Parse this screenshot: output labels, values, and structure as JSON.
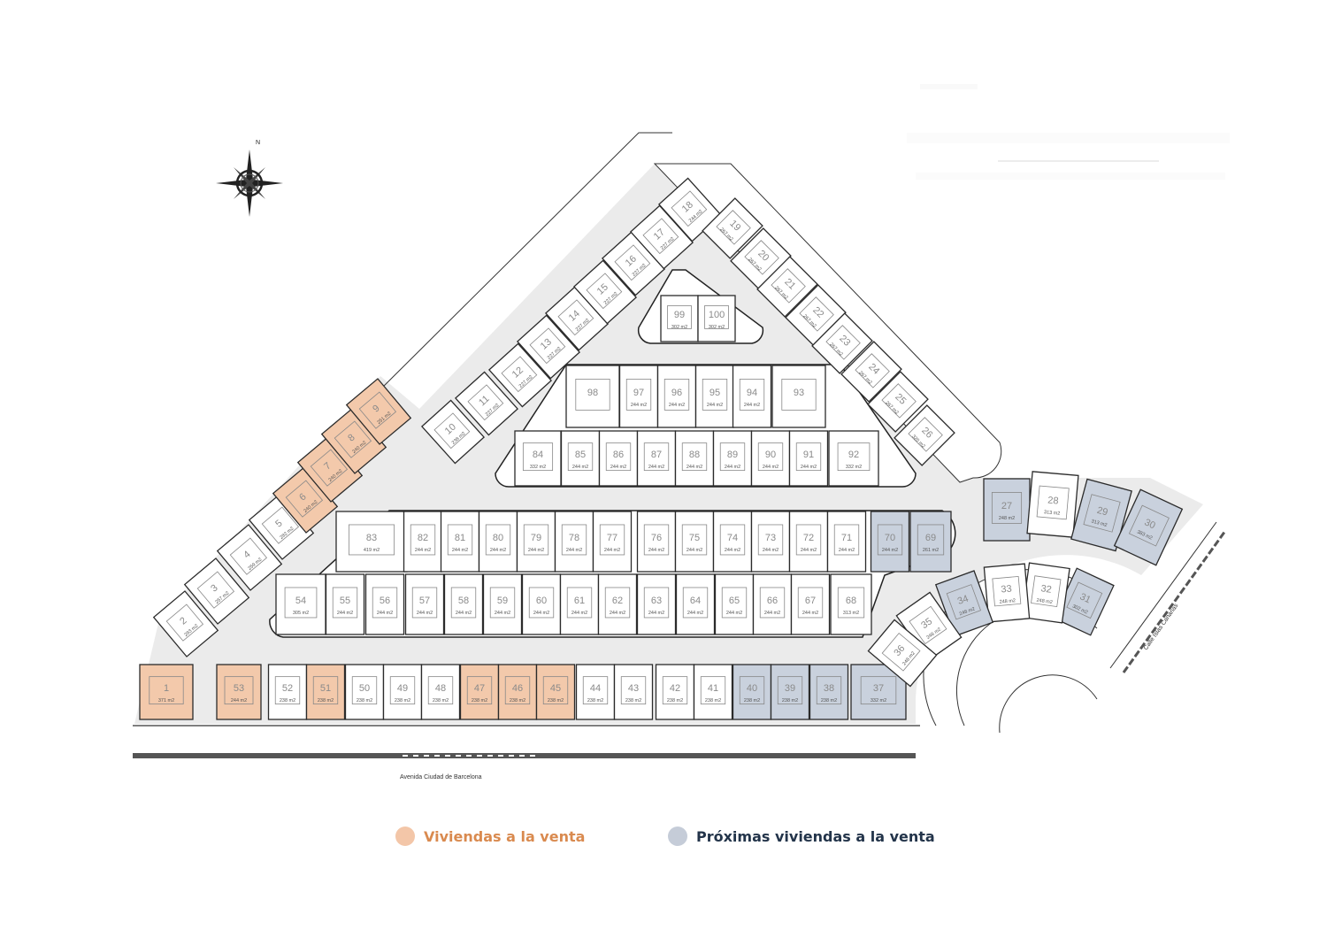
{
  "colors": {
    "for_sale_fill": "#f3c9ab",
    "upcoming_fill": "#c9d1dd",
    "available_fill": "#ffffff",
    "road_fill": "#ebebeb",
    "line": "#2b2b2b",
    "for_sale_text": "#d98a4f",
    "upcoming_text": "#23344a"
  },
  "compass": {
    "label": "N"
  },
  "streets": {
    "south": "Avenida Ciudad de Barcelona",
    "east": "Calle Islas Canarias"
  },
  "legend": {
    "for_sale": "Viviendas a la venta",
    "upcoming": "Próximas viviendas a la venta"
  },
  "lots": {
    "south_row": [
      {
        "n": "1",
        "area": "371 m2",
        "status": "sale"
      },
      {
        "n": "53",
        "area": "244 m2",
        "status": "sale"
      },
      {
        "n": "52",
        "area": "238 m2",
        "status": "available"
      },
      {
        "n": "51",
        "area": "238 m2",
        "status": "sale"
      },
      {
        "n": "50",
        "area": "238 m2",
        "status": "available"
      },
      {
        "n": "49",
        "area": "238 m2",
        "status": "available"
      },
      {
        "n": "48",
        "area": "238 m2",
        "status": "available"
      },
      {
        "n": "47",
        "area": "238 m2",
        "status": "sale"
      },
      {
        "n": "46",
        "area": "238 m2",
        "status": "sale"
      },
      {
        "n": "45",
        "area": "238 m2",
        "status": "sale"
      },
      {
        "n": "44",
        "area": "238 m2",
        "status": "available"
      },
      {
        "n": "43",
        "area": "238 m2",
        "status": "available"
      },
      {
        "n": "42",
        "area": "238 m2",
        "status": "available"
      },
      {
        "n": "41",
        "area": "238 m2",
        "status": "available"
      },
      {
        "n": "40",
        "area": "238 m2",
        "status": "upcoming"
      },
      {
        "n": "39",
        "area": "238 m2",
        "status": "upcoming"
      },
      {
        "n": "38",
        "area": "238 m2",
        "status": "upcoming"
      },
      {
        "n": "37",
        "area": "332 m2",
        "status": "upcoming"
      }
    ],
    "west_diagonal": [
      {
        "n": "2",
        "area": "283 m2",
        "status": "available"
      },
      {
        "n": "3",
        "area": "257 m2",
        "status": "available"
      },
      {
        "n": "4",
        "area": "259 m2",
        "status": "available"
      },
      {
        "n": "5",
        "area": "282 m2",
        "status": "available"
      },
      {
        "n": "6",
        "area": "240 m2",
        "status": "sale"
      },
      {
        "n": "7",
        "area": "240 m2",
        "status": "sale"
      },
      {
        "n": "8",
        "area": "240 m2",
        "status": "sale"
      },
      {
        "n": "9",
        "area": "251 m2",
        "status": "sale"
      }
    ],
    "northwest_diagonal": [
      {
        "n": "10",
        "area": "238 m2",
        "status": "available"
      },
      {
        "n": "11",
        "area": "227 m2",
        "status": "available"
      },
      {
        "n": "12",
        "area": "227 m2",
        "status": "available"
      },
      {
        "n": "13",
        "area": "227 m2",
        "status": "available"
      },
      {
        "n": "14",
        "area": "227 m2",
        "status": "available"
      },
      {
        "n": "15",
        "area": "227 m2",
        "status": "available"
      },
      {
        "n": "16",
        "area": "227 m2",
        "status": "available"
      },
      {
        "n": "17",
        "area": "227 m2",
        "status": "available"
      },
      {
        "n": "18",
        "area": "244 m2",
        "status": "available"
      }
    ],
    "northeast_diagonal": [
      {
        "n": "19",
        "area": "267 m2",
        "status": "available"
      },
      {
        "n": "20",
        "area": "267 m2",
        "status": "available"
      },
      {
        "n": "21",
        "area": "267 m2",
        "status": "available"
      },
      {
        "n": "22",
        "area": "267 m2",
        "status": "available"
      },
      {
        "n": "23",
        "area": "267 m2",
        "status": "available"
      },
      {
        "n": "24",
        "area": "267 m2",
        "status": "available"
      },
      {
        "n": "25",
        "area": "267 m2",
        "status": "available"
      },
      {
        "n": "26",
        "area": "320 m2",
        "status": "available"
      }
    ],
    "east_outer_arc": [
      {
        "n": "27",
        "area": "248 m2",
        "status": "upcoming"
      },
      {
        "n": "28",
        "area": "313 m2",
        "status": "available"
      },
      {
        "n": "29",
        "area": "313 m2",
        "status": "upcoming"
      },
      {
        "n": "30",
        "area": "383 m2",
        "status": "upcoming"
      }
    ],
    "east_inner_arc": [
      {
        "n": "31",
        "area": "302 m2",
        "status": "upcoming"
      },
      {
        "n": "32",
        "area": "248 m2",
        "status": "available"
      },
      {
        "n": "33",
        "area": "248 m2",
        "status": "available"
      },
      {
        "n": "34",
        "area": "248 m2",
        "status": "upcoming"
      },
      {
        "n": "35",
        "area": "248 m2",
        "status": "available"
      },
      {
        "n": "36",
        "area": "248 m2",
        "status": "available"
      }
    ],
    "block_a_top": [
      {
        "n": "83",
        "area": "419 m2",
        "status": "available"
      },
      {
        "n": "82",
        "area": "244 m2",
        "status": "available"
      },
      {
        "n": "81",
        "area": "244 m2",
        "status": "available"
      },
      {
        "n": "80",
        "area": "244 m2",
        "status": "available"
      },
      {
        "n": "79",
        "area": "244 m2",
        "status": "available"
      },
      {
        "n": "78",
        "area": "244 m2",
        "status": "available"
      },
      {
        "n": "77",
        "area": "244 m2",
        "status": "available"
      },
      {
        "n": "76",
        "area": "244 m2",
        "status": "available"
      },
      {
        "n": "75",
        "area": "244 m2",
        "status": "available"
      },
      {
        "n": "74",
        "area": "244 m2",
        "status": "available"
      },
      {
        "n": "73",
        "area": "244 m2",
        "status": "available"
      },
      {
        "n": "72",
        "area": "244 m2",
        "status": "available"
      },
      {
        "n": "71",
        "area": "244 m2",
        "status": "available"
      },
      {
        "n": "70",
        "area": "244 m2",
        "status": "upcoming"
      },
      {
        "n": "69",
        "area": "261 m2",
        "status": "upcoming"
      }
    ],
    "block_a_bottom": [
      {
        "n": "54",
        "area": "305 m2",
        "status": "available"
      },
      {
        "n": "55",
        "area": "244 m2",
        "status": "available"
      },
      {
        "n": "56",
        "area": "244 m2",
        "status": "available"
      },
      {
        "n": "57",
        "area": "244 m2",
        "status": "available"
      },
      {
        "n": "58",
        "area": "244 m2",
        "status": "available"
      },
      {
        "n": "59",
        "area": "244 m2",
        "status": "available"
      },
      {
        "n": "60",
        "area": "244 m2",
        "status": "available"
      },
      {
        "n": "61",
        "area": "244 m2",
        "status": "available"
      },
      {
        "n": "62",
        "area": "244 m2",
        "status": "available"
      },
      {
        "n": "63",
        "area": "244 m2",
        "status": "available"
      },
      {
        "n": "64",
        "area": "244 m2",
        "status": "available"
      },
      {
        "n": "65",
        "area": "244 m2",
        "status": "available"
      },
      {
        "n": "66",
        "area": "244 m2",
        "status": "available"
      },
      {
        "n": "67",
        "area": "244 m2",
        "status": "available"
      },
      {
        "n": "68",
        "area": "313 m2",
        "status": "available"
      }
    ],
    "block_b_top": [
      {
        "n": "98",
        "area": "",
        "status": "available"
      },
      {
        "n": "97",
        "area": "244 m2",
        "status": "available"
      },
      {
        "n": "96",
        "area": "244 m2",
        "status": "available"
      },
      {
        "n": "95",
        "area": "244 m2",
        "status": "available"
      },
      {
        "n": "94",
        "area": "244 m2",
        "status": "available"
      },
      {
        "n": "93",
        "area": "",
        "status": "available"
      }
    ],
    "block_b_bottom": [
      {
        "n": "84",
        "area": "332 m2",
        "status": "available"
      },
      {
        "n": "85",
        "area": "244 m2",
        "status": "available"
      },
      {
        "n": "86",
        "area": "244 m2",
        "status": "available"
      },
      {
        "n": "87",
        "area": "244 m2",
        "status": "available"
      },
      {
        "n": "88",
        "area": "244 m2",
        "status": "available"
      },
      {
        "n": "89",
        "area": "244 m2",
        "status": "available"
      },
      {
        "n": "90",
        "area": "244 m2",
        "status": "available"
      },
      {
        "n": "91",
        "area": "244 m2",
        "status": "available"
      },
      {
        "n": "92",
        "area": "332 m2",
        "status": "available"
      }
    ],
    "block_c": [
      {
        "n": "99",
        "area": "302 m2",
        "status": "available"
      },
      {
        "n": "100",
        "area": "302 m2",
        "status": "available"
      }
    ]
  }
}
